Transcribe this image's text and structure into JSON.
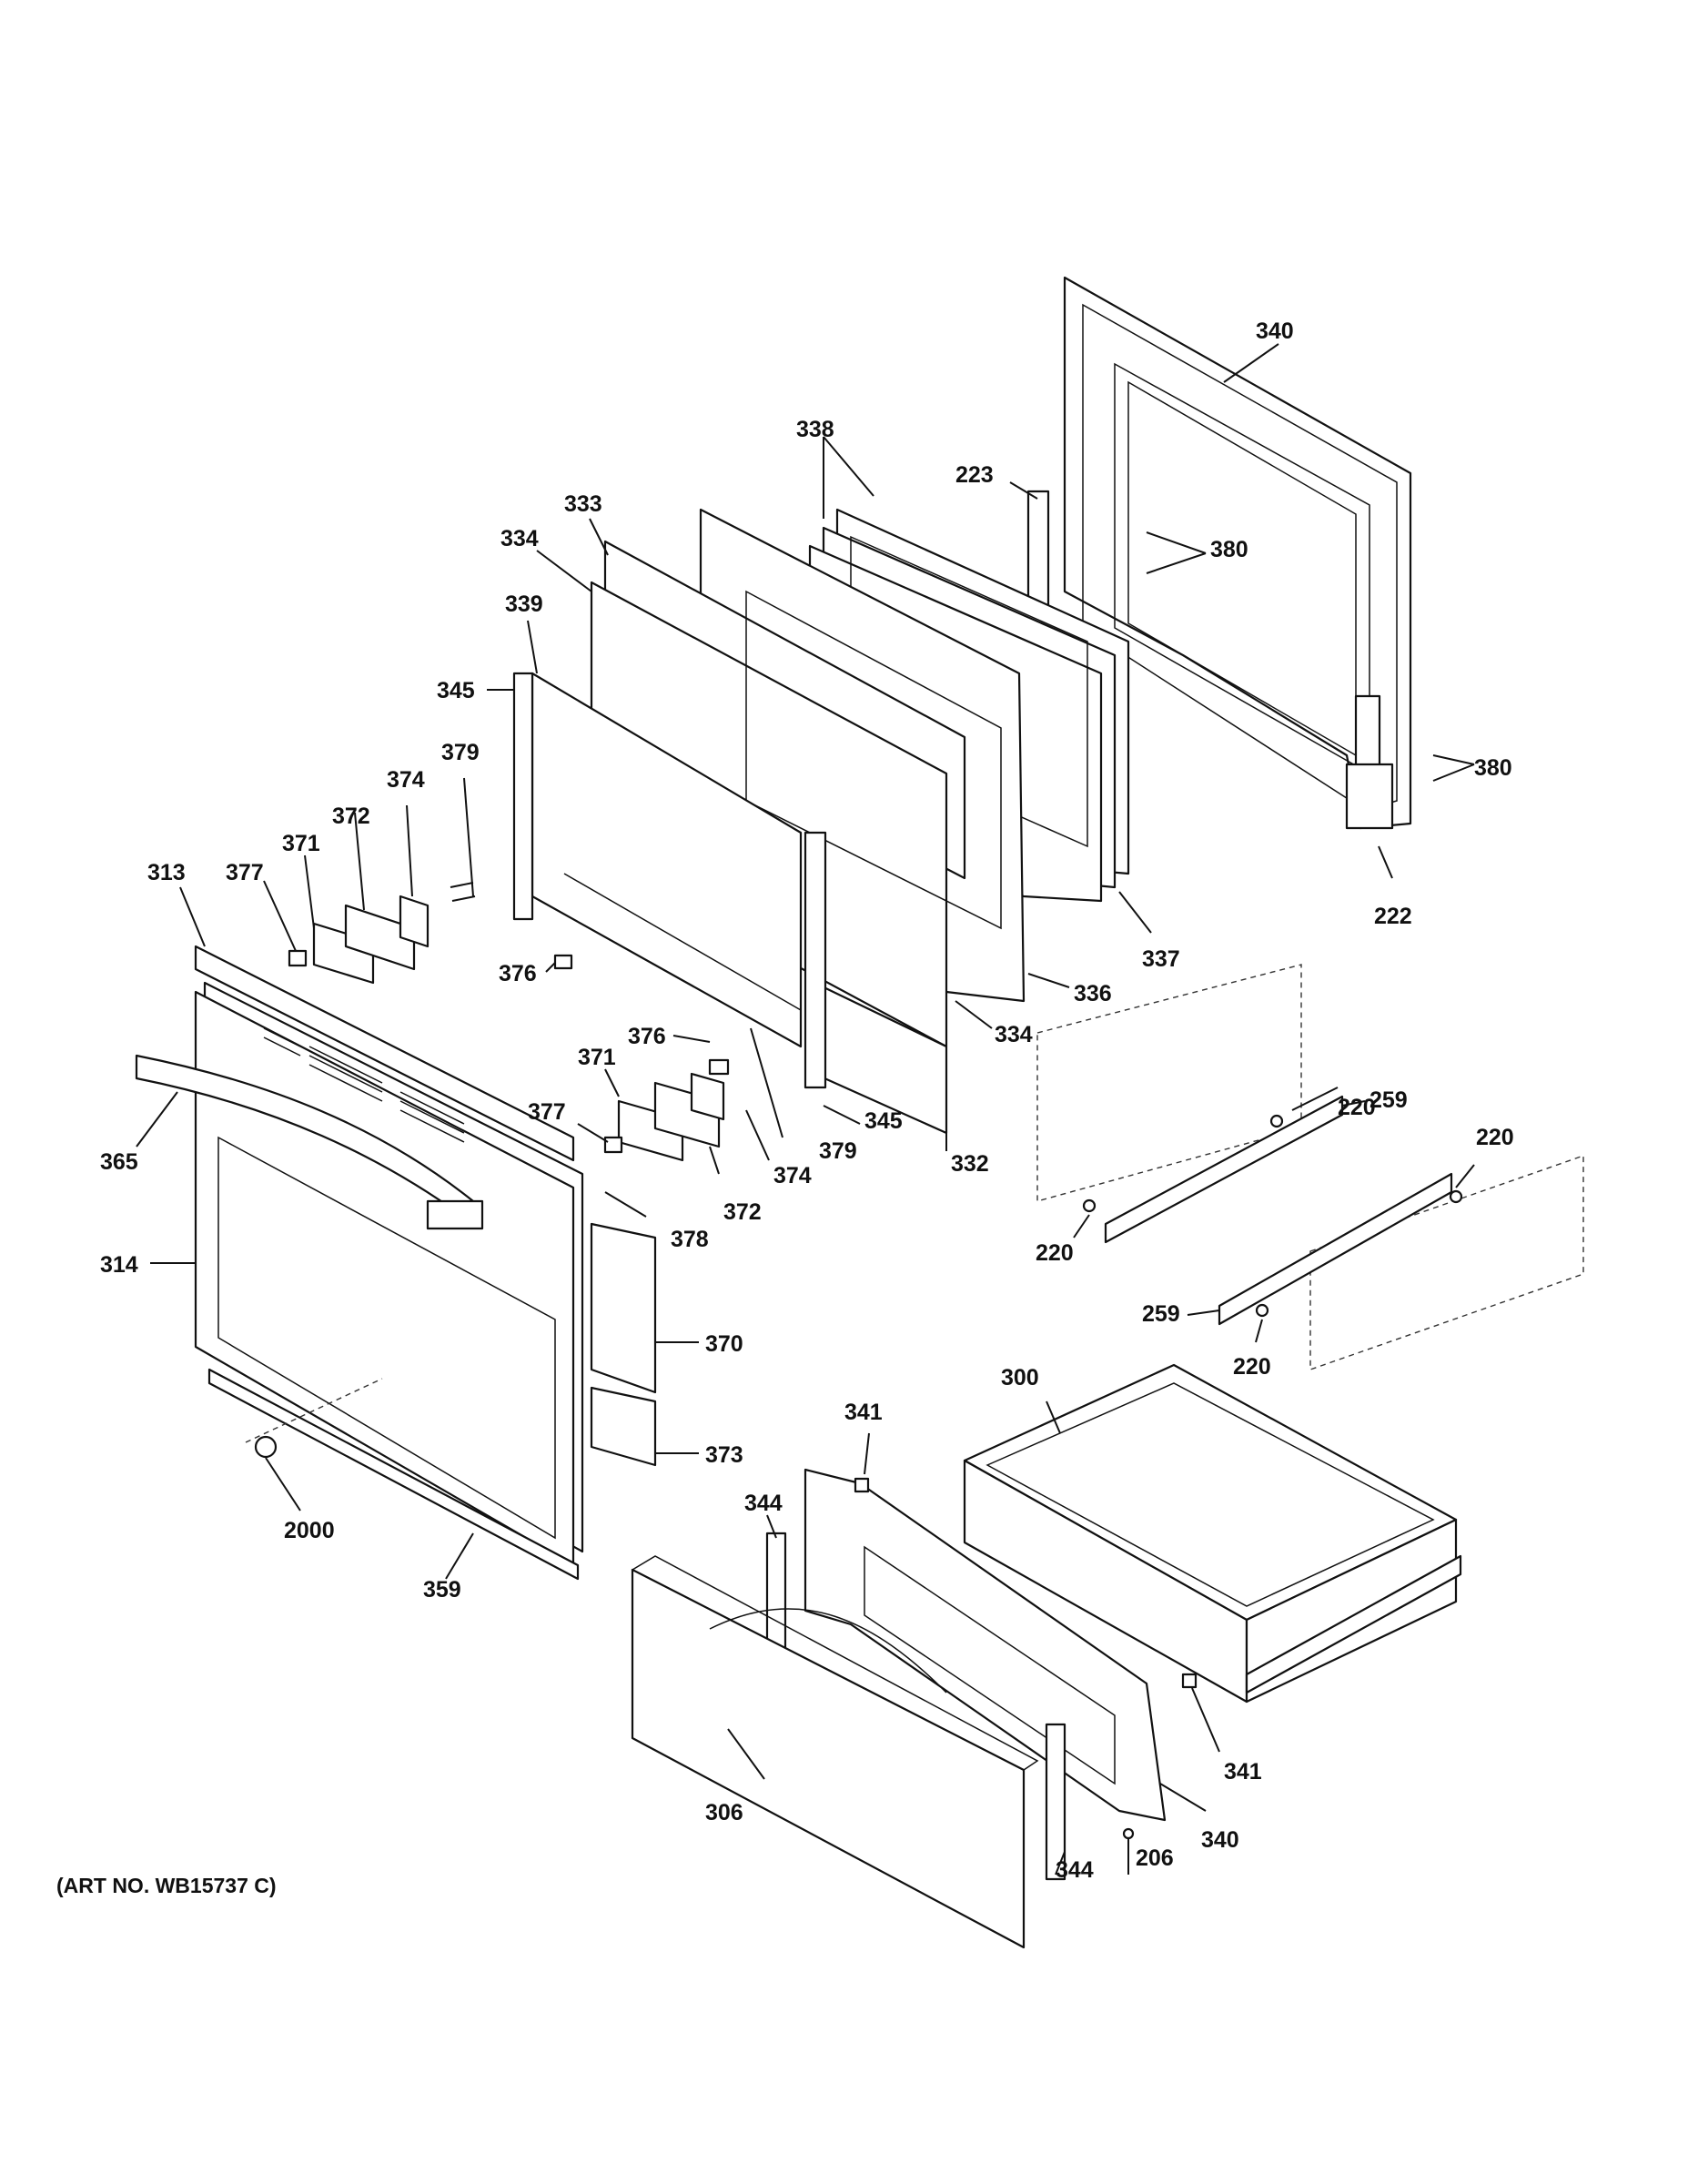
{
  "art_number": "(ART NO. WB15737 C)",
  "callouts": [
    {
      "id": "c340a",
      "text": "340"
    },
    {
      "id": "c338",
      "text": "338"
    },
    {
      "id": "c223",
      "text": "223"
    },
    {
      "id": "c380a",
      "text": "380"
    },
    {
      "id": "c333",
      "text": "333"
    },
    {
      "id": "c334a",
      "text": "334"
    },
    {
      "id": "c339",
      "text": "339"
    },
    {
      "id": "c345a",
      "text": "345"
    },
    {
      "id": "c379a",
      "text": "379"
    },
    {
      "id": "c374a",
      "text": "374"
    },
    {
      "id": "c372a",
      "text": "372"
    },
    {
      "id": "c371a",
      "text": "371"
    },
    {
      "id": "c377a",
      "text": "377"
    },
    {
      "id": "c313",
      "text": "313"
    },
    {
      "id": "c376a",
      "text": "376"
    },
    {
      "id": "c380b",
      "text": "380"
    },
    {
      "id": "c222",
      "text": "222"
    },
    {
      "id": "c337",
      "text": "337"
    },
    {
      "id": "c336",
      "text": "336"
    },
    {
      "id": "c334b",
      "text": "334"
    },
    {
      "id": "c376b",
      "text": "376"
    },
    {
      "id": "c371b",
      "text": "371"
    },
    {
      "id": "c377b",
      "text": "377"
    },
    {
      "id": "c379b",
      "text": "379"
    },
    {
      "id": "c345b",
      "text": "345"
    },
    {
      "id": "c332",
      "text": "332"
    },
    {
      "id": "c374b",
      "text": "374"
    },
    {
      "id": "c372b",
      "text": "372"
    },
    {
      "id": "c378",
      "text": "378"
    },
    {
      "id": "c365",
      "text": "365"
    },
    {
      "id": "c314",
      "text": "314"
    },
    {
      "id": "c370",
      "text": "370"
    },
    {
      "id": "c373",
      "text": "373"
    },
    {
      "id": "c2000",
      "text": "2000"
    },
    {
      "id": "c359",
      "text": "359"
    },
    {
      "id": "c220a",
      "text": "220"
    },
    {
      "id": "c259a",
      "text": "259"
    },
    {
      "id": "c220b",
      "text": "220"
    },
    {
      "id": "c220c",
      "text": "220"
    },
    {
      "id": "c259b",
      "text": "259"
    },
    {
      "id": "c220d",
      "text": "220"
    },
    {
      "id": "c300",
      "text": "300"
    },
    {
      "id": "c341a",
      "text": "341"
    },
    {
      "id": "c344a",
      "text": "344"
    },
    {
      "id": "c341b",
      "text": "341"
    },
    {
      "id": "c340b",
      "text": "340"
    },
    {
      "id": "c206",
      "text": "206"
    },
    {
      "id": "c344b",
      "text": "344"
    },
    {
      "id": "c306",
      "text": "306"
    }
  ]
}
